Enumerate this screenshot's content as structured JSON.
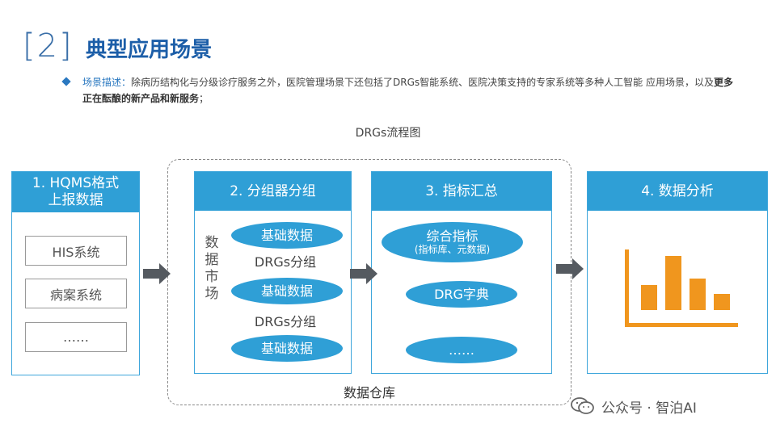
{
  "header": {
    "section_number": "[2]",
    "title": "典型应用场景"
  },
  "description": {
    "label": "场景描述：",
    "text": "除病历结构化与分级诊疗服务之外，医院管理场景下还包括了DRGs智能系统、医院决策支持的专家系统等多种人工智能 应用场景，以及",
    "bold": "更多正在酝酿的新产品和新服务",
    "end": "；"
  },
  "flow": {
    "caption": "DRGs流程图",
    "warehouse_label": "数据仓库",
    "panel1": {
      "title": "1. HQMS格式\n上报数据",
      "items": [
        "HIS系统",
        "病案系统",
        "……"
      ]
    },
    "panel2": {
      "title": "2. 分组器分组",
      "vertical_label": "数据市场",
      "pills": [
        "基础数据",
        "基础数据",
        "基础数据"
      ],
      "labels": [
        "DRGs分组",
        "DRGs分组"
      ]
    },
    "panel3": {
      "title": "3. 指标汇总",
      "pill1_main": "综合指标",
      "pill1_sub": "(指标库、元数据)",
      "pill2": "DRG字典",
      "pill3": "……"
    },
    "panel4": {
      "title": "4. 数据分析",
      "chart_icon": "bar-chart-icon",
      "chart_color": "#f0961e"
    }
  },
  "watermark": {
    "icon": "wechat-icon",
    "text": "公众号 · 智泊AI"
  },
  "colors": {
    "accent": "#2f9fd6",
    "title": "#1c5ea8",
    "arrow": "#555a60"
  }
}
